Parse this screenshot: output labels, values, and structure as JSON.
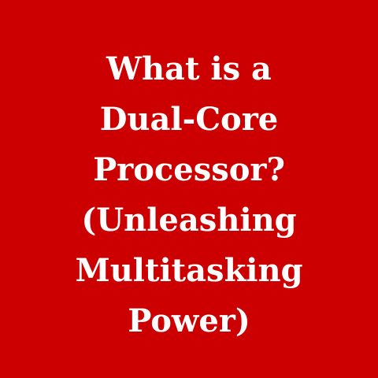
{
  "background_color": "#cc0000",
  "text_color": "#ffffff",
  "title": {
    "lines": [
      "What is a",
      "Dual-Core",
      "Processor?",
      "(Unleashing",
      "Multitasking",
      "Power)"
    ]
  }
}
